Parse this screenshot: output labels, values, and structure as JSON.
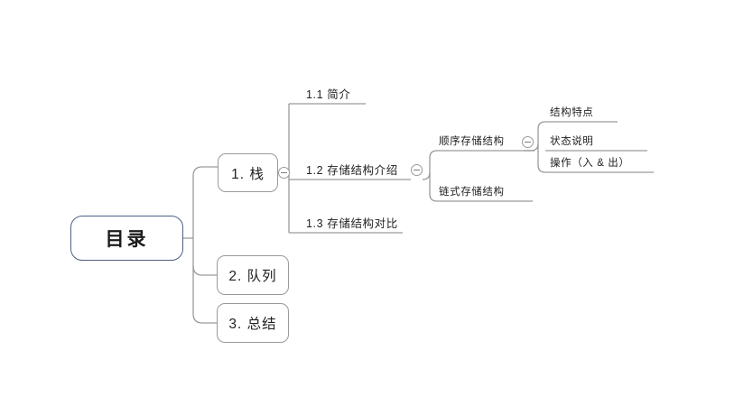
{
  "diagram": {
    "type": "mindmap",
    "title_text": "目录",
    "colors": {
      "root_border": "#4e5f86",
      "node_border": "#9a9a9a",
      "connector": "#9a9a9a",
      "text": "#222222",
      "background": "#ffffff"
    }
  },
  "root": {
    "label": "目录"
  },
  "level1": [
    {
      "label": "1. 栈"
    },
    {
      "label": "2. 队列"
    },
    {
      "label": "3. 总结"
    }
  ],
  "level2": [
    {
      "label": "1.1 简介"
    },
    {
      "label": "1.2 存储结构介绍"
    },
    {
      "label": "1.3 存储结构对比"
    }
  ],
  "level3": [
    {
      "label": "顺序存储结构"
    },
    {
      "label": "链式存储结构"
    }
  ],
  "level4": [
    {
      "label": "结构特点"
    },
    {
      "label": "状态说明"
    },
    {
      "label": "操作（入 & 出）"
    }
  ],
  "toggles": [
    {
      "name": "collapse-toggle-stack",
      "state": "expanded",
      "glyph": "minus-circle-icon"
    },
    {
      "name": "collapse-toggle-storage-intro",
      "state": "expanded",
      "glyph": "minus-circle-icon"
    },
    {
      "name": "collapse-toggle-sequential-storage",
      "state": "expanded",
      "glyph": "minus-circle-icon"
    }
  ]
}
